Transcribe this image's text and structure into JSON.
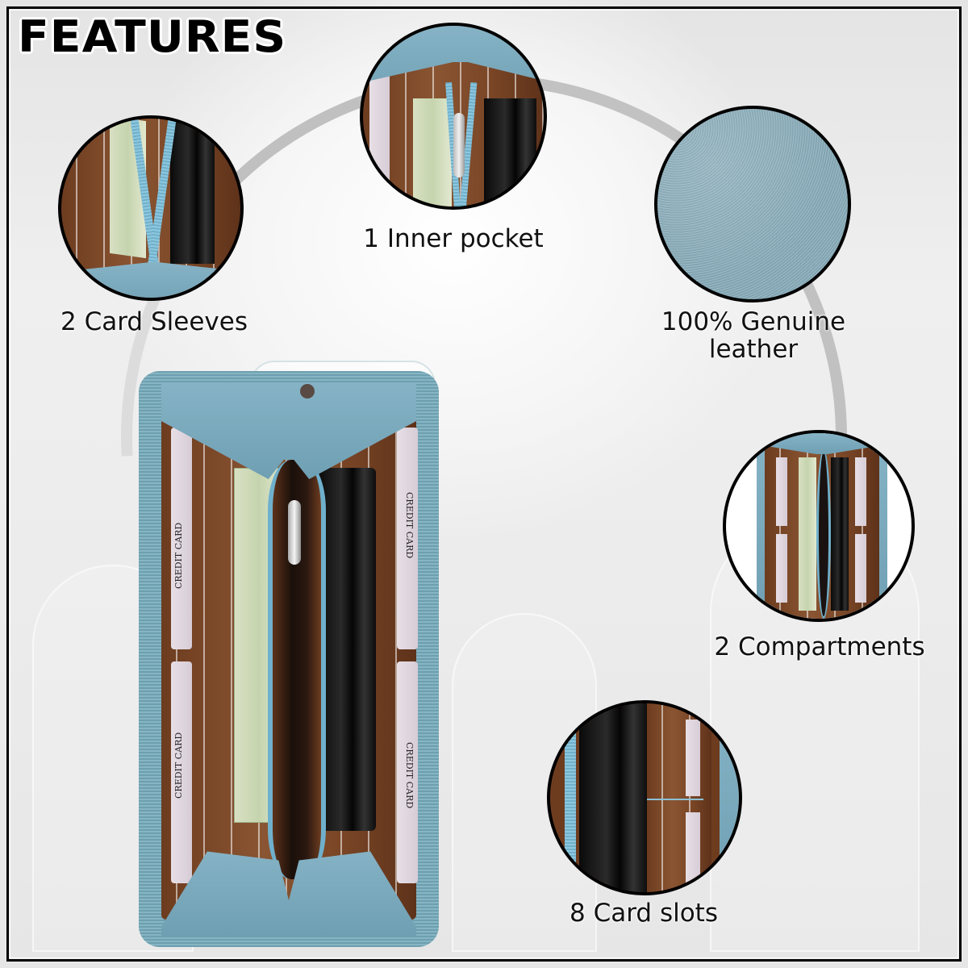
{
  "header": {
    "title": "FEATURES"
  },
  "features": [
    {
      "id": "card-sleeves",
      "caption": "2 Card Sleeves"
    },
    {
      "id": "inner-pocket",
      "caption": "1 Inner pocket"
    },
    {
      "id": "genuine-leather",
      "caption_line1": "100% Genuine",
      "caption_line2": "leather"
    },
    {
      "id": "compartments",
      "caption": "2 Compartments"
    },
    {
      "id": "card-slots",
      "caption": "8 Card slots"
    }
  ],
  "product": {
    "card_label": "CREDIT CARD"
  },
  "colors": {
    "leather_blue": "#86aebf",
    "interior_brown": "#7a4626",
    "frame_black": "#000000",
    "arc_gray": "#bdbdbd",
    "background": "#ececec"
  }
}
